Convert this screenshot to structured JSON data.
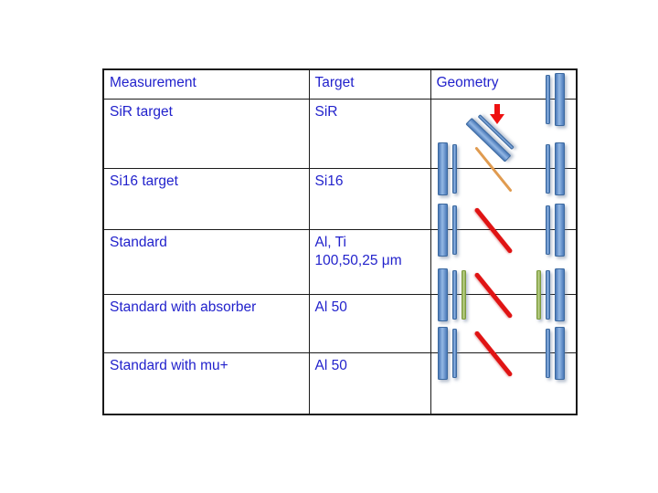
{
  "colors": {
    "text_blue": "#2222CC",
    "table_border": "#1A1A1A",
    "bar_blue": "#4A79B8",
    "bar_blue_highlight": "#94B8E5",
    "bar_green": "#8FAE4E",
    "beam_red": "#E01414",
    "beam_orange": "#E09B50",
    "arrow_red": "#EE1111",
    "background": "#FFFFFF"
  },
  "table": {
    "headers": [
      "Measurement",
      "Target",
      "Geometry"
    ],
    "rows": [
      {
        "measurement": "SiR target",
        "target": "SiR",
        "geometry": {
          "left_bars": [],
          "center": "tilted-target-with-arrow",
          "right_bars": [
            "thin-blue",
            "thick-blue"
          ]
        }
      },
      {
        "measurement": "Si16 target",
        "target": "Si16",
        "geometry": {
          "left_bars": [
            "thick-blue",
            "thin-blue"
          ],
          "center": "beam-line-orange",
          "right_bars": [
            "thin-blue",
            "thick-blue"
          ]
        }
      },
      {
        "measurement": "Standard",
        "target": "Al, Ti\n100,50,25 μm",
        "geometry": {
          "left_bars": [
            "thick-blue",
            "thin-blue"
          ],
          "center": "beam-line-red",
          "right_bars": [
            "thin-blue",
            "thick-blue"
          ]
        }
      },
      {
        "measurement": "Standard with absorber",
        "target": "Al 50",
        "geometry": {
          "left_bars": [
            "thick-blue",
            "thin-blue",
            "thin-green"
          ],
          "center": "beam-line-red",
          "right_bars": [
            "thin-green",
            "thin-blue",
            "thick-blue"
          ]
        }
      },
      {
        "measurement": "Standard with mu+",
        "target": "Al 50",
        "geometry": {
          "left_bars": [
            "thick-blue",
            "thin-blue"
          ],
          "center": "beam-line-red",
          "right_bars": [
            "thin-blue",
            "thick-blue"
          ]
        }
      }
    ]
  }
}
